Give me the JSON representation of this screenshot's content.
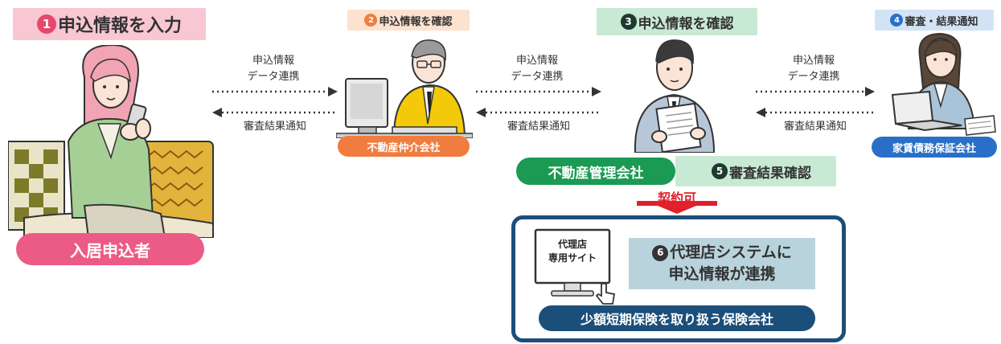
{
  "steps": {
    "s1": {
      "num": "1",
      "text": "申込情報を入力",
      "bg": "#f9c6d4",
      "num_color": "#e8476d"
    },
    "s2": {
      "num": "2",
      "text": "申込情報を確認",
      "bg": "#fde2cf",
      "num_color": "#f07d3f"
    },
    "s3": {
      "num": "3",
      "text": "申込情報を確認",
      "bg": "#c8e9d3",
      "num_color": "#1f8f4e"
    },
    "s4": {
      "num": "4",
      "text": "審査・結果通知",
      "bg": "#d3e3f6",
      "num_color": "#2a6fc7"
    },
    "s5": {
      "num": "5",
      "text": "審査結果確認",
      "bg": "#c8e9d3",
      "num_color": "#1f8f4e"
    },
    "s6": {
      "num": "6",
      "line1": "代理店システムに",
      "line2": "申込情報が連携",
      "bg": "#b9d3dc",
      "num_color": "#1f4e63"
    }
  },
  "flows": [
    {
      "top1": "申込情報",
      "top2": "データ連携",
      "bottom": "審査結果通知"
    },
    {
      "top1": "申込情報",
      "top2": "データ連携",
      "bottom": "審査結果通知"
    },
    {
      "top1": "申込情報",
      "top2": "データ連携",
      "bottom": "審査結果通知"
    }
  ],
  "actors": {
    "applicant": {
      "label": "入居申込者",
      "color": "#ec5b85"
    },
    "agency": {
      "label": "不動産仲介会社",
      "color": "#f07d3f"
    },
    "manager": {
      "label": "不動産管理会社",
      "color": "#1a9a52"
    },
    "guarantor": {
      "label": "家賃債務保証会社",
      "color": "#2a6fc7"
    },
    "insurer": {
      "label": "少額短期保険を取り扱う保険会社",
      "color": "#1b4f7a"
    }
  },
  "contract": {
    "label": "契約可",
    "color": "#e0202a"
  },
  "monitor": {
    "line1": "代理店",
    "line2": "専用サイト"
  },
  "icons": [
    "woman-phone-illustration",
    "man-computer-illustration",
    "man-document-illustration",
    "woman-laptop-illustration",
    "monitor-icon",
    "cursor-hand-icon"
  ]
}
